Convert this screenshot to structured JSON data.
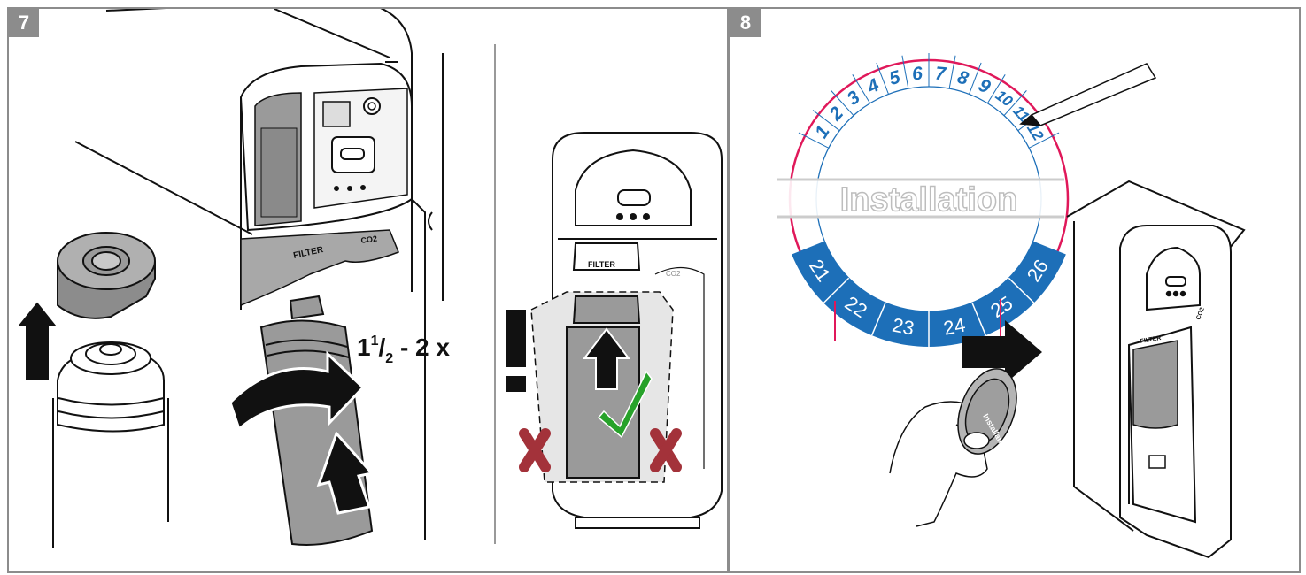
{
  "steps": [
    {
      "number": "7"
    },
    {
      "number": "8"
    }
  ],
  "rotation": {
    "label_main": "1",
    "label_sup": "1",
    "label_slash": "/",
    "label_sub": "2",
    "label_rest": " - 2 x"
  },
  "filter_labels": {
    "filter": "FILTER",
    "co2": "CO2"
  },
  "calendar": {
    "months": [
      "1",
      "2",
      "3",
      "4",
      "5",
      "6",
      "7",
      "8",
      "9",
      "10",
      "11",
      "12"
    ],
    "years": [
      "21",
      "22",
      "23",
      "24",
      "25",
      "26"
    ],
    "center_text": "Installation",
    "ring_color": "#e0185a",
    "month_color": "#1d6fb8",
    "band_color": "#1d6fb8"
  },
  "symbols": {
    "check_color": "#27a22a",
    "cross_color": "#a3323a",
    "warning_mark": "!"
  }
}
